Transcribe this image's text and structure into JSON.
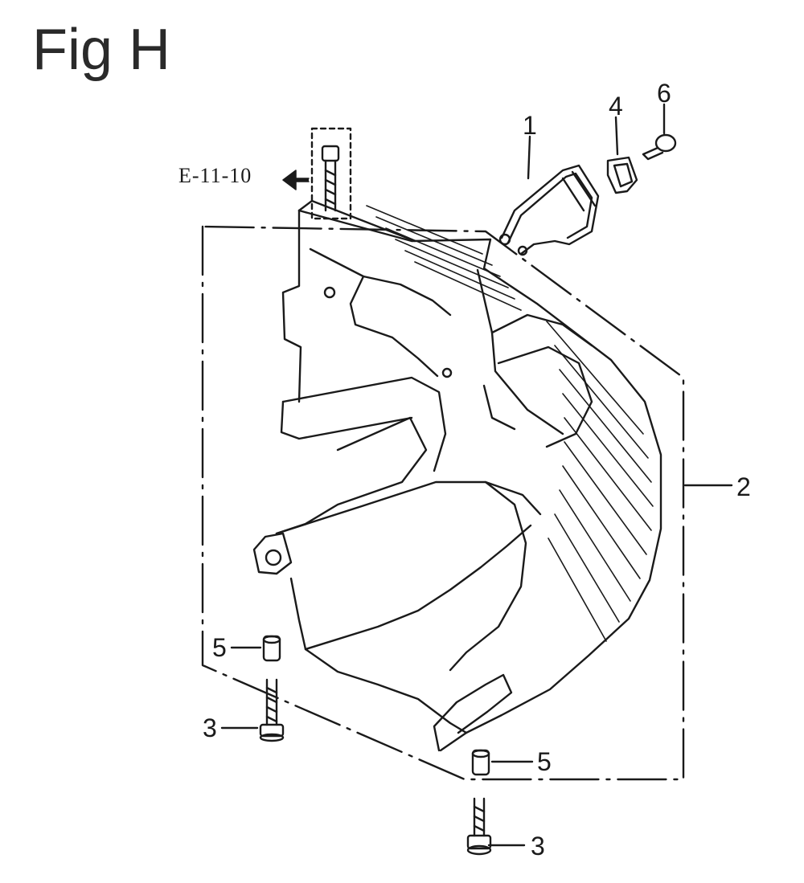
{
  "figure": {
    "title": "Fig H",
    "reference": "E-11-10",
    "callouts": [
      "1",
      "2",
      "3",
      "3",
      "4",
      "5",
      "5",
      "6"
    ]
  },
  "colors": {
    "line": "#1a1a1a",
    "background": "#ffffff"
  }
}
